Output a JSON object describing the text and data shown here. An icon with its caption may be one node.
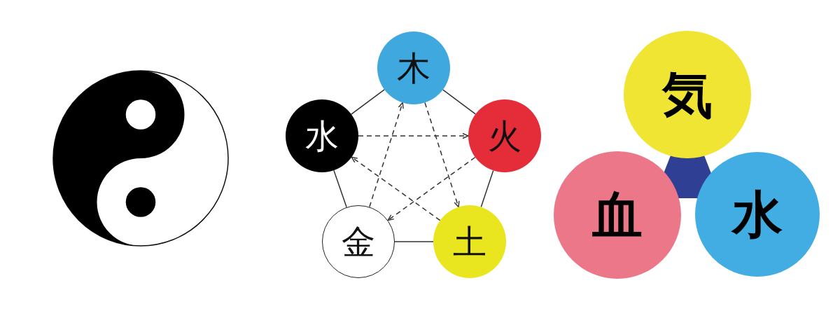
{
  "diagram": {
    "nodes": [
      {
        "text": [],
        "shape": "picture"
      },
      {
        "text": [
          "木"
        ]
      },
      {
        "text": [
          "水"
        ]
      },
      {
        "text": [
          "火"
        ]
      },
      {
        "text": [
          "金"
        ]
      },
      {
        "text": [
          "土"
        ]
      },
      {
        "text": [
          "気"
        ]
      },
      {
        "text": [
          "血"
        ]
      },
      {
        "text": [
          "水"
        ]
      }
    ],
    "edges": [
      {
        "from": 1,
        "to": 3,
        "arrow": "none"
      },
      {
        "from": 3,
        "to": 5,
        "arrow": "none"
      },
      {
        "from": 5,
        "to": 4,
        "arrow": "none"
      },
      {
        "from": 4,
        "to": 2,
        "arrow": "none"
      },
      {
        "from": 2,
        "to": 1,
        "arrow": "none"
      },
      {
        "from": 1,
        "to": 5,
        "arrow": "to",
        "style": "dashed"
      },
      {
        "from": 5,
        "to": 2,
        "arrow": "to",
        "style": "dashed"
      },
      {
        "from": 2,
        "to": 3,
        "arrow": "to",
        "style": "dashed"
      },
      {
        "from": 3,
        "to": 4,
        "arrow": "to",
        "style": "dashed"
      },
      {
        "from": 4,
        "to": 1,
        "arrow": "to",
        "style": "dashed"
      }
    ]
  }
}
